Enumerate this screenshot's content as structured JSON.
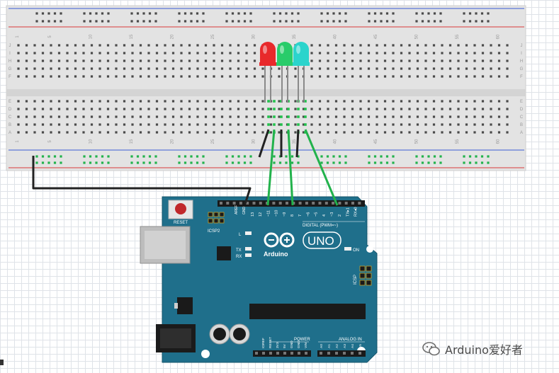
{
  "breadboard": {
    "row_letters_top": [
      "J",
      "I",
      "H",
      "G",
      "F"
    ],
    "row_letters_bottom": [
      "E",
      "D",
      "C",
      "B",
      "A"
    ],
    "column_numbers": [
      "1",
      "5",
      "10",
      "15",
      "20",
      "25",
      "30",
      "35",
      "40",
      "45",
      "50",
      "55",
      "60"
    ]
  },
  "leds": [
    {
      "name": "red",
      "color": "#e8292b"
    },
    {
      "name": "green",
      "color": "#29cc6a"
    },
    {
      "name": "cyan",
      "color": "#2bd4cc"
    }
  ],
  "arduino": {
    "reset_label": "RESET",
    "icsp2_label": "ICSP2",
    "icsp_label": "ICSP",
    "digital_label": "DIGITAL (PWM=~)",
    "aref_label": "AREF",
    "gnd_label": "GND",
    "digital_pins": [
      "13",
      "12",
      "~11",
      "~10",
      "~9",
      "8",
      "7",
      "~6",
      "~5",
      "4",
      "~3",
      "2",
      "TX▸1",
      "RX◂0"
    ],
    "l_label": "L",
    "tx_label": "TX",
    "rx_label": "RX",
    "on_label": "ON",
    "brand_label": "Arduino",
    "uno_label": "UNO",
    "power_label": "POWER",
    "analog_label": "ANALOG IN",
    "power_pins": [
      "IOREF",
      "RESET",
      "3V3",
      "5V",
      "GND",
      "GND",
      "VIN"
    ],
    "analog_pins": [
      "A0",
      "A1",
      "A2",
      "A3",
      "A4",
      "A5"
    ],
    "accent_color": "#1f6f8b"
  },
  "watermark": {
    "text": "Arduino爱好者"
  },
  "colors": {
    "wire_green": "#22b24c",
    "wire_black": "#222222",
    "rail_red": "#d9383a",
    "rail_blue": "#3b5cd6",
    "board_teal": "#1f6f8b"
  }
}
